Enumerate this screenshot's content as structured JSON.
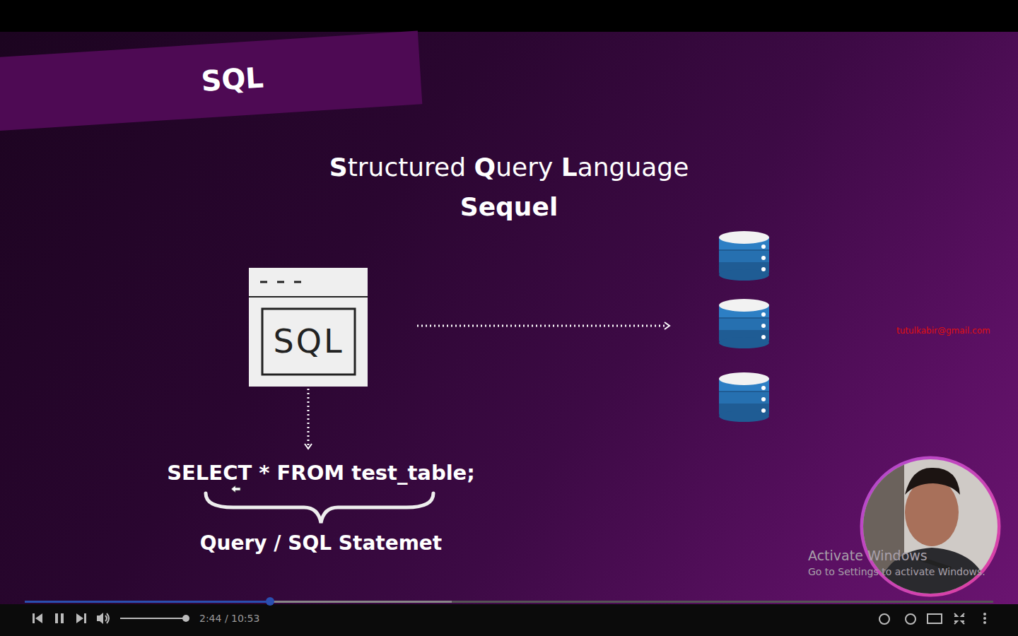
{
  "diagram": {
    "nodes": [
      {
        "text": [
          "SQL"
        ]
      },
      {
        "text": [
          "SQL"
        ]
      }
    ],
    "labels": [
      "Structured Query Language",
      "Sequel",
      "SELECT * FROM test_table;",
      "Query / SQL Statemet",
      "tutulkabir@gmail.com",
      "Activate Windows",
      "Go to Settings to activate Windows.",
      "2:44 / 10:53"
    ]
  }
}
